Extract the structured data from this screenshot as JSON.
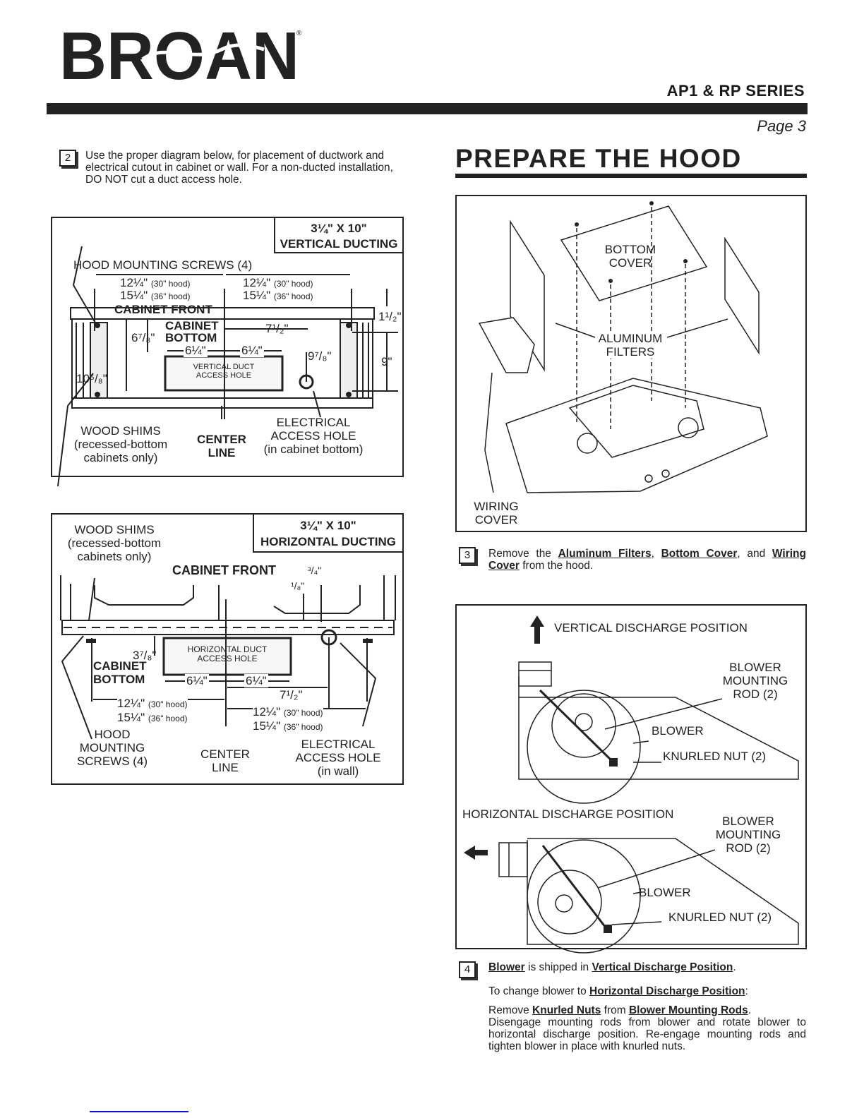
{
  "header": {
    "brand": "BROAN",
    "registered_mark": "®",
    "series": "AP1 & RP SERIES",
    "page": "Page 3"
  },
  "section": {
    "title": "PREPARE THE HOOD"
  },
  "steps": [
    {
      "number": "2",
      "text": "Use the proper diagram below, for placement of ductwork and electrical cutout in cabinet or wall. For a non-ducted installation, DO NOT cut a duct access hole."
    },
    {
      "number": "3",
      "parts": [
        "Remove the ",
        "Aluminum Filters",
        ", ",
        "Bottom Cover",
        ", and ",
        "Wiring Cover",
        " from the hood."
      ]
    },
    {
      "number": "4",
      "line1": [
        "Blower",
        " is shipped in ",
        "Vertical Discharge Position",
        "."
      ],
      "line2": [
        "To change blower to ",
        "Horizontal Discharge Position",
        ":"
      ],
      "line3": [
        "Remove ",
        "Knurled Nuts",
        " from ",
        "Blower Mounting Rods",
        "."
      ],
      "line4": "Disengage mounting rods from blower and rotate blower to horizontal discharge position. Re-engage mounting rods and tighten blower in place with knurled nuts."
    }
  ],
  "vertical_diagram": {
    "duct_size": "3¼\" X 10\"",
    "title": "VERTICAL DUCTING",
    "screws_label": "HOOD MOUNTING SCREWS (4)",
    "dim_left_30": "12¼\"",
    "dim_left_30_note": "(30\" hood)",
    "dim_left_36": "15¼\"",
    "dim_left_36_note": "(36\" hood)",
    "dim_right_30": "12¼\"",
    "dim_right_30_note": "(30\" hood)",
    "dim_right_36": "15¼\"",
    "dim_right_36_note": "(36\" hood)",
    "cabinet_front": "CABINET FRONT",
    "cabinet_bottom_1": "CABINET",
    "cabinet_bottom_2": "BOTTOM",
    "dim_6_7_8": "6⁷/₈\"",
    "dim_10_5_8": "10⁵/₈\"",
    "dim_7_1_2": "7¹/₂\"",
    "dim_6_1_4_a": "6¼\"",
    "dim_6_1_4_b": "6¼\"",
    "dim_9_7_8": "9⁷/₈\"",
    "dim_1_1_2": "1¹/₂\"",
    "dim_9": "9\"",
    "duct_hole_1": "VERTICAL DUCT",
    "duct_hole_2": "ACCESS HOLE",
    "shims_1": "WOOD SHIMS",
    "shims_2": "(recessed-bottom",
    "shims_3": "cabinets only)",
    "center_1": "CENTER",
    "center_2": "LINE",
    "elec_1": "ELECTRICAL",
    "elec_2": "ACCESS HOLE",
    "elec_3": "(in cabinet bottom)"
  },
  "horizontal_diagram": {
    "duct_size": "3¼\" X 10\"",
    "title": "HORIZONTAL DUCTING",
    "shims_1": "WOOD SHIMS",
    "shims_2": "(recessed-bottom",
    "shims_3": "cabinets only)",
    "cabinet_front": "CABINET FRONT",
    "dim_3_4": "³/₄\"",
    "dim_1_8": "¹/₈\"",
    "dim_3_7_8": "3⁷/₈\"",
    "cabinet_bottom_1": "CABINET",
    "cabinet_bottom_2": "BOTTOM",
    "duct_hole_1": "HORIZONTAL DUCT",
    "duct_hole_2": "ACCESS HOLE",
    "dim_6_1_4_a": "6¼\"",
    "dim_6_1_4_b": "6¼\"",
    "dim_7_1_2": "7¹/₂\"",
    "dim_left_30": "12¼\"",
    "dim_left_30_note": "(30\" hood)",
    "dim_left_36": "15¼\"",
    "dim_left_36_note": "(36\" hood)",
    "dim_right_30": "12¼\"",
    "dim_right_30_note": "(30\" hood)",
    "dim_right_36": "15¼\"",
    "dim_right_36_note": "(36\" hood)",
    "screws_1": "HOOD",
    "screws_2": "MOUNTING",
    "screws_3": "SCREWS (4)",
    "center_1": "CENTER",
    "center_2": "LINE",
    "elec_1": "ELECTRICAL",
    "elec_2": "ACCESS HOLE",
    "elec_3": "(in wall)"
  },
  "hood_diagram": {
    "bottom_cover_1": "BOTTOM",
    "bottom_cover_2": "COVER",
    "filters_1": "ALUMINUM",
    "filters_2": "FILTERS",
    "wiring_1": "WIRING",
    "wiring_2": "COVER"
  },
  "blower_diagram": {
    "vertical_title": "VERTICAL DISCHARGE POSITION",
    "horizontal_title": "HORIZONTAL DISCHARGE POSITION",
    "rod_1": "BLOWER",
    "rod_2": "MOUNTING",
    "rod_3": "ROD (2)",
    "blower": "BLOWER",
    "nut": "KNURLED NUT (2)"
  }
}
